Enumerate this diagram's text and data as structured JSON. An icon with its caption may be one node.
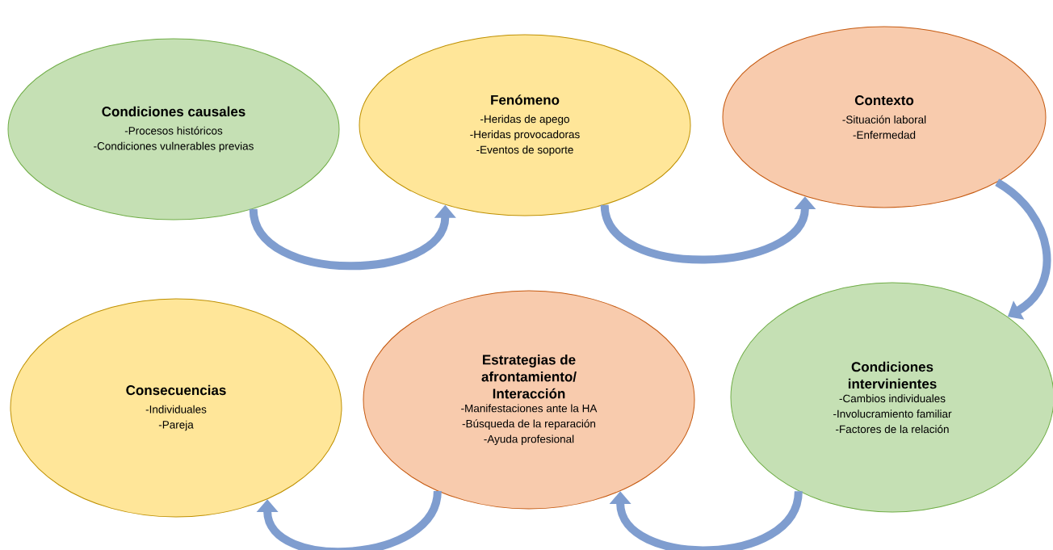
{
  "diagram": {
    "nodes": [
      {
        "text": [
          "Condiciones causales",
          "-Procesos históricos",
          "-Condiciones vulnerables previas"
        ]
      },
      {
        "text": [
          "Fenómeno",
          "-Heridas de apego",
          "-Heridas provocadoras",
          "-Eventos de soporte"
        ]
      },
      {
        "text": [
          "Contexto",
          "-Situación laboral",
          "-Enfermedad"
        ]
      },
      {
        "text": [
          "Condiciones intervinientes",
          "-Cambios individuales",
          "-Involucramiento familiar",
          "-Factores de la relación"
        ]
      },
      {
        "text": [
          "Estrategias de afrontamiento/ Interacción",
          "-Manifestaciones ante la HA",
          "-Búsqueda de la reparación",
          "-Ayuda profesional"
        ]
      },
      {
        "text": [
          "Consecuencias",
          "-Individuales",
          "-Pareja"
        ]
      }
    ],
    "edges": [
      {
        "from": 0,
        "to": 1,
        "arrow": "to"
      },
      {
        "from": 1,
        "to": 2,
        "arrow": "to"
      },
      {
        "from": 2,
        "to": 3,
        "arrow": "to"
      },
      {
        "from": 3,
        "to": 4,
        "arrow": "to"
      },
      {
        "from": 4,
        "to": 5,
        "arrow": "to"
      }
    ]
  }
}
